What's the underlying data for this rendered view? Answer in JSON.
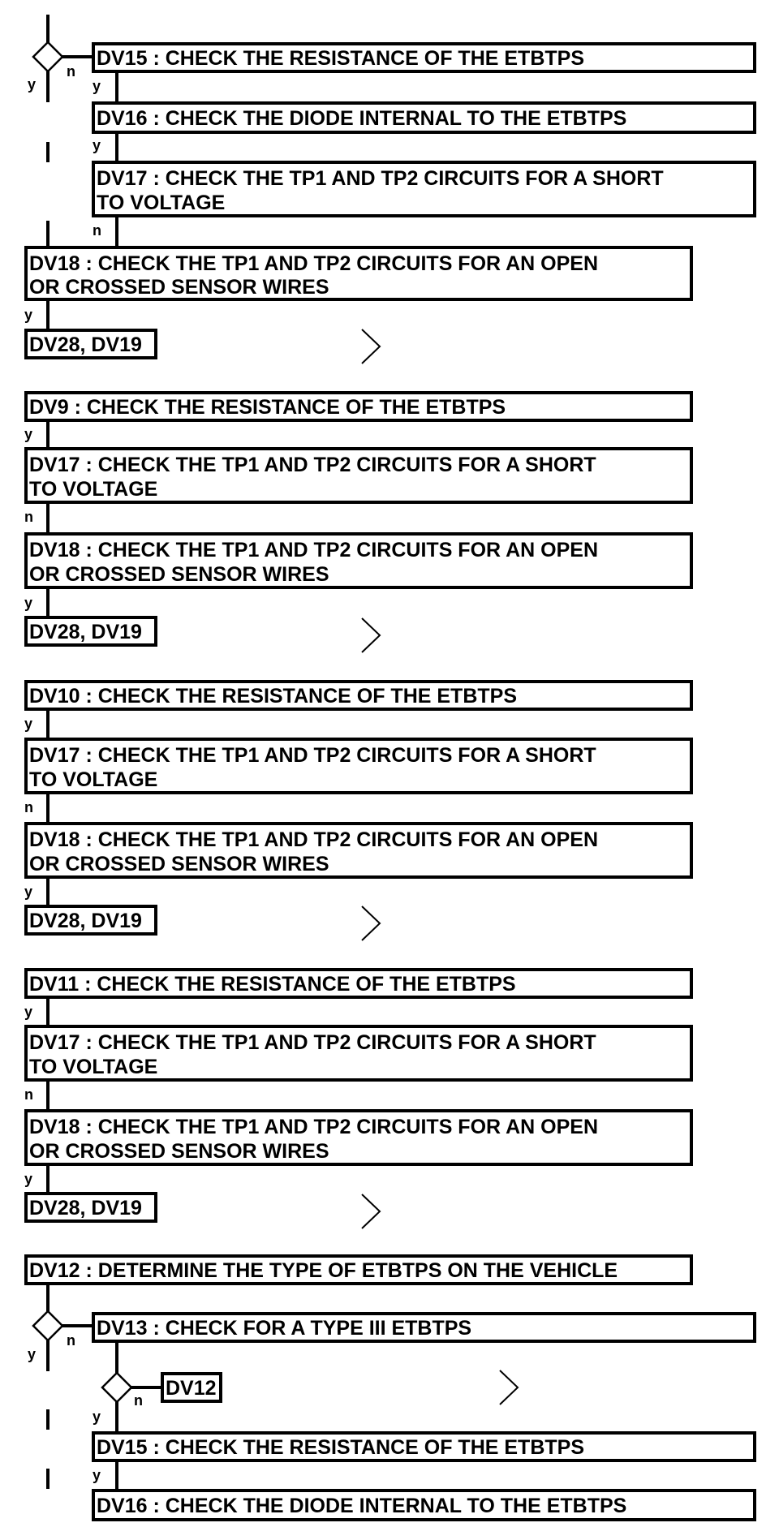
{
  "steps": {
    "dv15_top": "DV15 : CHECK THE RESISTANCE OF THE ETBTPS",
    "dv16_top": "DV16 : CHECK THE DIODE INTERNAL TO THE ETBTPS",
    "dv17_top_l1": "DV17 : CHECK THE TP1 AND TP2 CIRCUITS FOR A SHORT",
    "dv17_top_l2": "TO VOLTAGE",
    "dv18_a_l1": "DV18 : CHECK THE TP1 AND TP2 CIRCUITS FOR AN OPEN",
    "dv18_a_l2": "OR CROSSED SENSOR WIRES",
    "next_a": "DV28, DV19",
    "dv9": "DV9 : CHECK THE RESISTANCE OF THE ETBTPS",
    "dv17_b_l1": "DV17 : CHECK THE TP1 AND TP2 CIRCUITS FOR A SHORT",
    "dv17_b_l2": "TO VOLTAGE",
    "dv18_b_l1": "DV18 : CHECK THE TP1 AND TP2 CIRCUITS FOR AN OPEN",
    "dv18_b_l2": "OR CROSSED SENSOR WIRES",
    "next_b": "DV28, DV19",
    "dv10": "DV10 : CHECK THE RESISTANCE OF THE ETBTPS",
    "dv17_c_l1": "DV17 : CHECK THE TP1 AND TP2 CIRCUITS FOR A SHORT",
    "dv17_c_l2": "TO VOLTAGE",
    "dv18_c_l1": "DV18 : CHECK THE TP1 AND TP2 CIRCUITS FOR AN OPEN",
    "dv18_c_l2": "OR CROSSED SENSOR WIRES",
    "next_c": "DV28, DV19",
    "dv11": "DV11 : CHECK THE RESISTANCE OF THE ETBTPS",
    "dv17_d_l1": "DV17 : CHECK THE TP1 AND TP2 CIRCUITS FOR A SHORT",
    "dv17_d_l2": "TO VOLTAGE",
    "dv18_d_l1": "DV18 : CHECK THE TP1 AND TP2 CIRCUITS FOR AN OPEN",
    "dv18_d_l2": "OR CROSSED SENSOR WIRES",
    "next_d": "DV28, DV19",
    "dv12": "DV12 : DETERMINE THE TYPE OF ETBTPS ON THE VEHICLE",
    "dv13": "DV13 : CHECK FOR A TYPE III ETBTPS",
    "dv12_ref": "DV12",
    "dv15_bottom": "DV15 : CHECK THE RESISTANCE OF THE ETBTPS",
    "dv16_bottom": "DV16 : CHECK THE DIODE INTERNAL TO THE ETBTPS"
  },
  "labels": {
    "yes": "y",
    "no": "n"
  },
  "icons": {
    "decision": "diamond-icon",
    "continue": "chevron-right-icon"
  },
  "colors": {
    "ink": "#000000",
    "paper": "#ffffff"
  }
}
